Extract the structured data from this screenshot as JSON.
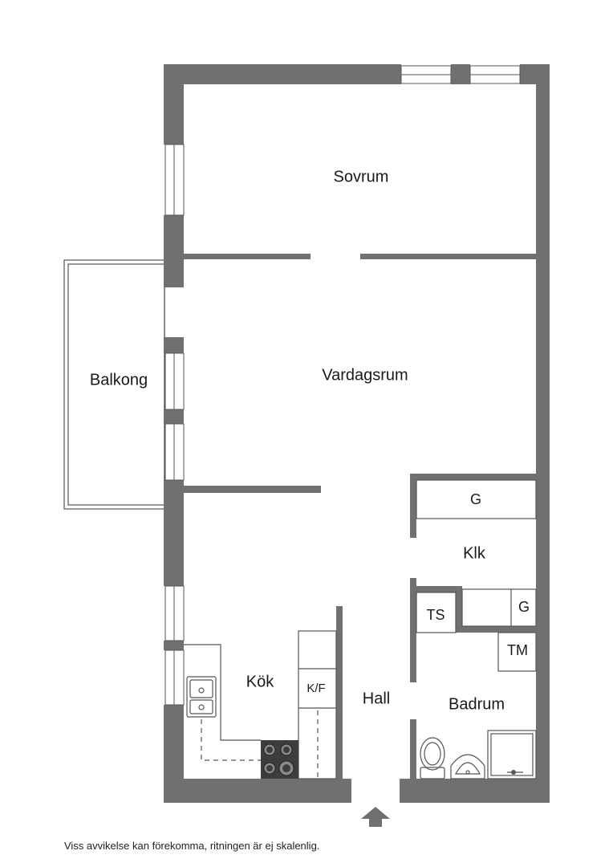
{
  "rooms": {
    "sovrum": "Sovrum",
    "vardagsrum": "Vardagsrum",
    "balkong": "Balkong",
    "kok": "Kök",
    "hall": "Hall",
    "badrum": "Badrum",
    "klk": "Klk"
  },
  "fixtures": {
    "g_top": "G",
    "g_bottom": "G",
    "ts": "TS",
    "tm": "TM",
    "kf": "K/F"
  },
  "disclaimer": "Viss avvikelse kan förekomma, ritningen är ej skalenlig.",
  "colors": {
    "wall": "#707070",
    "arrow": "#707070",
    "background": "#ffffff"
  }
}
